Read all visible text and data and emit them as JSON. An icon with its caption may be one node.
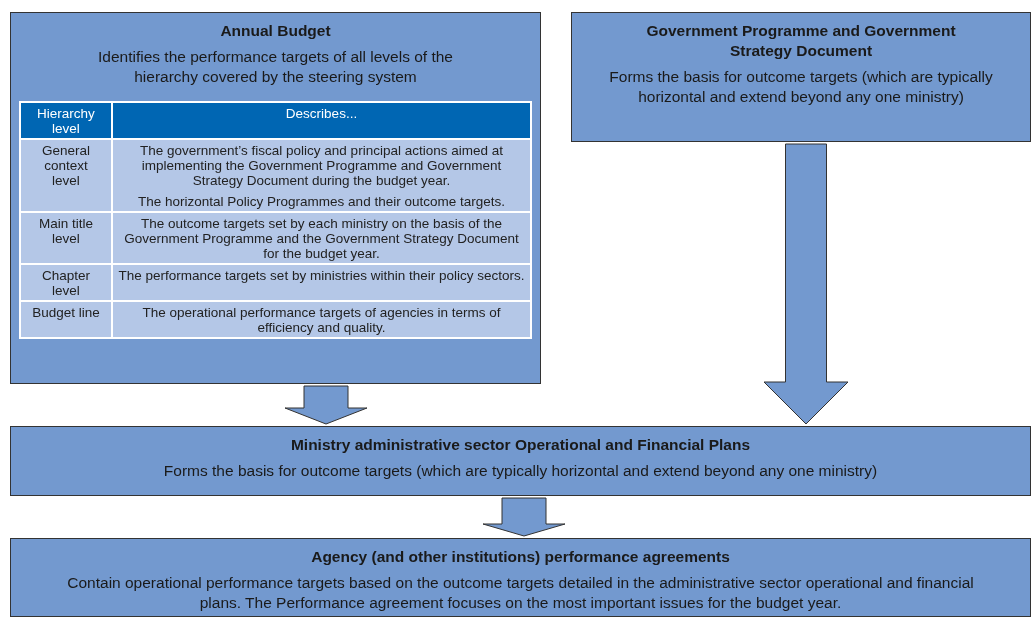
{
  "diagram": {
    "nodes": [
      {
        "text": [
          "Annual Budget",
          "Identifies the performance targets of all levels of the hierarchy covered by the steering system"
        ]
      },
      {
        "text": [
          "Government Programme and Government Strategy Document",
          "Forms the basis for outcome targets (which are typically horizontal and extend beyond any one ministry)"
        ]
      },
      {
        "text": [
          "Ministry administrative sector Operational and Financial Plans",
          "Forms the basis for outcome targets (which are typically horizontal and extend beyond any one ministry)"
        ]
      },
      {
        "text": [
          "Agency (and other institutions) performance agreements",
          "Contain operational performance targets based on the outcome targets detailed in the administrative sector operational and financial plans. The Performance agreement focuses on the most important issues for the budget year."
        ]
      }
    ],
    "edges": [
      {
        "from": 0,
        "to": 2,
        "arrow": "to",
        "style": "thick"
      },
      {
        "from": 1,
        "to": 2,
        "arrow": "to",
        "style": "thick"
      },
      {
        "from": 2,
        "to": 3,
        "arrow": "to",
        "style": "thick"
      }
    ],
    "labels": [
      "Hierarchy level",
      "Describes...",
      "General context level",
      "The government’s fiscal policy and principal actions aimed at implementing the Government Programme and Government Strategy Document during the budget year.",
      "The horizontal Policy Programmes and their outcome targets.",
      "Main title level",
      "The outcome targets set by each ministry on the basis of the Government Programme and the Government Strategy Document for the budget year.",
      "Chapter level",
      "The performance targets set by ministries within their policy sectors.",
      "Budget line",
      "The operational performance targets of agencies in terms of efficiency and quality."
    ]
  }
}
